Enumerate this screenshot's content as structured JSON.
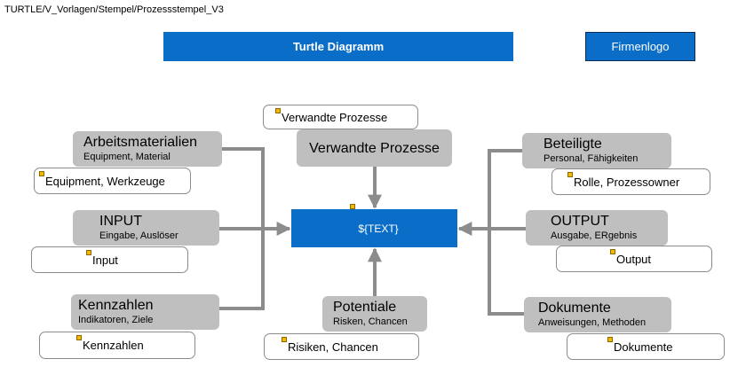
{
  "path": "TURTLE/V_Vorlagen/Stempel/Prozessstempel_V3",
  "banner_title": "Turtle Diagramm",
  "logo_label": "Firmenlogo",
  "center_text": "${TEXT}",
  "top": {
    "title": "Verwandte Prozesse",
    "field": "Verwandte Prozesse"
  },
  "bottom": {
    "title": "Potentiale",
    "subtitle": "Risken, Chancen",
    "field": "Risiken, Chancen"
  },
  "left": [
    {
      "title": "Arbeitsmaterialien",
      "subtitle": "Equipment, Material",
      "field": "Equipment, Werkzeuge"
    },
    {
      "title": "INPUT",
      "subtitle": "Eingabe, Auslöser",
      "field": "Input"
    },
    {
      "title": "Kennzahlen",
      "subtitle": "Indikatoren, Ziele",
      "field": "Kennzahlen"
    }
  ],
  "right": [
    {
      "title": "Beteiligte",
      "subtitle": "Personal, Fähigkeiten",
      "field": "Rolle, Prozessowner"
    },
    {
      "title": "OUTPUT",
      "subtitle": "Ausgabe, ERgebnis",
      "field": "Output"
    },
    {
      "title": "Dokumente",
      "subtitle": "Anweisungen, Methoden",
      "field": "Dokumente"
    }
  ],
  "colors": {
    "accent_blue": "#0a6dc7",
    "category_gray": "#bfbfbf",
    "connector_gray": "#8c8c8c",
    "marker_yellow": "#f5b800"
  }
}
